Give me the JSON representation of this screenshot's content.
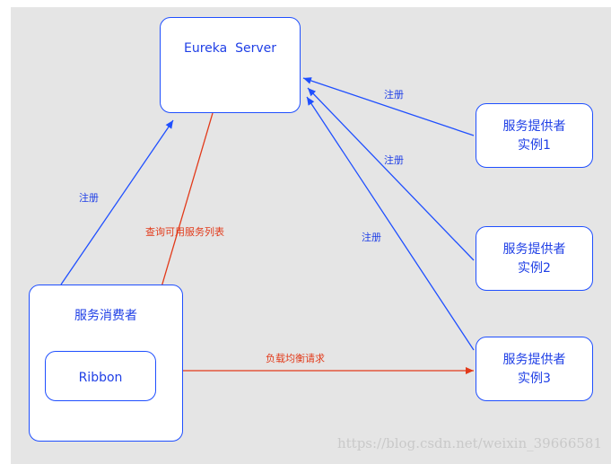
{
  "diagram": {
    "nodes": {
      "eureka": {
        "label": "Eureka  Server"
      },
      "consumer": {
        "label": "服务消费者"
      },
      "ribbon": {
        "label": "Ribbon"
      },
      "provider1": {
        "line1": "服务提供者",
        "line2": "实例1"
      },
      "provider2": {
        "line1": "服务提供者",
        "line2": "实例2"
      },
      "provider3": {
        "line1": "服务提供者",
        "line2": "实例3"
      }
    },
    "edges": {
      "consumer_register": "注册",
      "query_service_list": "查询可用服务列表",
      "provider1_register": "注册",
      "provider2_register": "注册",
      "provider3_register": "注册",
      "load_balance": "负载均衡请求"
    },
    "colors": {
      "blue": "#1f4fff",
      "red": "#e23a1a"
    }
  },
  "watermark": "https://blog.csdn.net/weixin_39666581"
}
